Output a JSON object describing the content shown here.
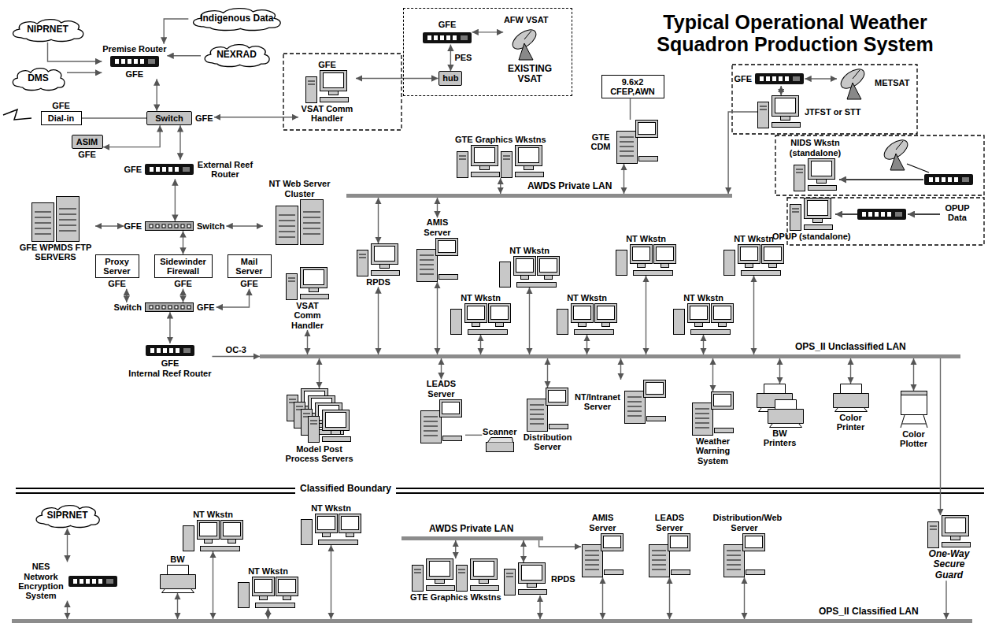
{
  "diagram": {
    "title": "Typical Operational Weather Squadron Production System",
    "nodes": [
      {
        "text": [
          "NIPRNET"
        ]
      },
      {
        "text": [
          "DMS"
        ]
      },
      {
        "text": [
          "Indigenous Data"
        ]
      },
      {
        "text": [
          "NEXRAD"
        ]
      },
      {
        "text": [
          "Premise Router",
          "GFE"
        ]
      },
      {
        "text": [
          "GFE",
          "Dial-in"
        ]
      },
      {
        "text": [
          "Switch",
          "GFE"
        ]
      },
      {
        "text": [
          "ASIM",
          "GFE"
        ]
      },
      {
        "text": [
          "GFE",
          "External Reef Router"
        ]
      },
      {
        "text": [
          "GFE WPMDS FTP SERVERS"
        ]
      },
      {
        "text": [
          "NT Web Server Cluster"
        ]
      },
      {
        "text": [
          "GFE",
          "Switch"
        ]
      },
      {
        "text": [
          "Proxy Server",
          "GFE"
        ]
      },
      {
        "text": [
          "Sidewinder Firewall",
          "GFE"
        ]
      },
      {
        "text": [
          "Mail Server",
          "GFE"
        ]
      },
      {
        "text": [
          "Switch",
          "GFE"
        ]
      },
      {
        "text": [
          "GFE",
          "Internal Reef Router"
        ]
      },
      {
        "text": [
          "GFE",
          "VSAT Comm Handler"
        ]
      },
      {
        "text": [
          "EXISTING VSAT"
        ]
      },
      {
        "text": [
          "GFE"
        ],
        "in": 18
      },
      {
        "text": [
          "AFW VSAT"
        ],
        "in": 18
      },
      {
        "text": [
          "hub"
        ],
        "in": 18
      },
      {
        "text": [
          "9.6x2 CFEP,AWN"
        ]
      },
      {
        "text": [
          "GTE CDM"
        ]
      },
      {
        "text": [
          "GTE Graphics Wkstns"
        ]
      },
      {
        "text": [
          "GFE"
        ]
      },
      {
        "text": [
          "METSAT"
        ]
      },
      {
        "text": [
          "JTFST or STT"
        ]
      },
      {
        "text": [
          "AWDS Private LAN"
        ]
      },
      {
        "text": [
          "NIDS Wkstn (standalone)"
        ]
      },
      {
        "text": [
          "OPUP (standalone)"
        ]
      },
      {
        "text": [
          "VSAT Comm Handler"
        ]
      },
      {
        "text": [
          "RPDS"
        ]
      },
      {
        "text": [
          "AMIS Server"
        ]
      },
      {
        "text": [
          "NT Wkstn"
        ]
      },
      {
        "text": [
          "NT Wkstn"
        ]
      },
      {
        "text": [
          "NT Wkstn"
        ]
      },
      {
        "text": [
          "NT Wkstn"
        ]
      },
      {
        "text": [
          "NT Wkstn"
        ]
      },
      {
        "text": [
          "NT Wkstn"
        ]
      },
      {
        "text": [
          "OPS_II Unclassified LAN"
        ]
      },
      {
        "text": [
          "Model Post Process Servers"
        ]
      },
      {
        "text": [
          "LEADS Server"
        ]
      },
      {
        "text": [
          "Scanner"
        ]
      },
      {
        "text": [
          "Distribution Server"
        ]
      },
      {
        "text": [
          "NT/Intranet Server"
        ]
      },
      {
        "text": [
          "Weather Warning System"
        ]
      },
      {
        "text": [
          "BW Printers"
        ]
      },
      {
        "text": [
          "Color Printer"
        ]
      },
      {
        "text": [
          "Color Plotter"
        ]
      },
      {
        "text": [
          "SIPRNET"
        ]
      },
      {
        "text": [
          "NES Network Encryption System"
        ]
      },
      {
        "text": [
          "BW"
        ]
      },
      {
        "text": [
          "NT Wkstn"
        ]
      },
      {
        "text": [
          "NT Wkstn"
        ]
      },
      {
        "text": [
          "NT Wkstn"
        ]
      },
      {
        "text": [
          "AWDS Private LAN"
        ]
      },
      {
        "text": [
          "GTE Graphics Wkstns"
        ]
      },
      {
        "text": [
          "RPDS"
        ]
      },
      {
        "text": [
          "AMIS Server"
        ]
      },
      {
        "text": [
          "LEADS Server"
        ]
      },
      {
        "text": [
          "Distribution/Web Server"
        ]
      },
      {
        "text": [
          "OPS_II Classified LAN"
        ]
      },
      {
        "text": [
          "One-Way Secure Guard"
        ]
      }
    ],
    "edges": [
      {
        "from": 0,
        "to": 4,
        "arrow": "to"
      },
      {
        "from": 1,
        "to": 4,
        "arrow": "to"
      },
      {
        "from": 2,
        "to": 4,
        "arrow": "to"
      },
      {
        "from": 3,
        "to": 4,
        "arrow": "to"
      },
      {
        "from": 4,
        "to": 6,
        "arrow": "both"
      },
      {
        "from": 5,
        "to": 6,
        "arrow": "none"
      },
      {
        "from": 7,
        "to": 6,
        "arrow": "both"
      },
      {
        "from": 6,
        "to": 8,
        "arrow": "both"
      },
      {
        "from": 8,
        "to": 11,
        "arrow": "both"
      },
      {
        "from": 11,
        "to": 9,
        "arrow": "both"
      },
      {
        "from": 11,
        "to": 10,
        "arrow": "both"
      },
      {
        "from": 11,
        "to": 13,
        "arrow": "both"
      },
      {
        "from": 12,
        "to": 15,
        "arrow": "both"
      },
      {
        "from": 13,
        "to": 15,
        "arrow": "both"
      },
      {
        "from": 14,
        "to": 15,
        "arrow": "both"
      },
      {
        "from": 15,
        "to": 16,
        "arrow": "both"
      },
      {
        "from": 16,
        "to": 40,
        "label": "OC-3",
        "arrow": "to"
      },
      {
        "from": 6,
        "to": 17,
        "arrow": "both"
      },
      {
        "from": 17,
        "to": 21,
        "arrow": "both"
      },
      {
        "from": 21,
        "to": 19,
        "label": "PES",
        "arrow": "both"
      },
      {
        "from": 19,
        "to": 20,
        "arrow": "both"
      },
      {
        "from": 22,
        "to": 23,
        "arrow": "none"
      },
      {
        "from": 24,
        "to": 28,
        "arrow": "both"
      },
      {
        "from": 23,
        "to": 28,
        "arrow": "both"
      },
      {
        "from": 25,
        "to": 26,
        "arrow": "both"
      },
      {
        "from": 25,
        "to": 27,
        "arrow": "both"
      },
      {
        "from": 27,
        "to": 28,
        "arrow": "to"
      },
      {
        "from": 28,
        "to": 33,
        "arrow": "both"
      },
      {
        "from": 28,
        "to": 32,
        "arrow": "both"
      },
      {
        "from": 31,
        "to": 40,
        "arrow": "both"
      },
      {
        "from": 32,
        "to": 40,
        "arrow": "both"
      },
      {
        "from": 33,
        "to": 40,
        "arrow": "both"
      },
      {
        "from": 34,
        "to": 40,
        "arrow": "both"
      },
      {
        "from": 35,
        "to": 40,
        "arrow": "both"
      },
      {
        "from": 36,
        "to": 40,
        "arrow": "both"
      },
      {
        "from": 37,
        "to": 40,
        "arrow": "both"
      },
      {
        "from": 38,
        "to": 40,
        "arrow": "both"
      },
      {
        "from": 39,
        "to": 40,
        "arrow": "both"
      },
      {
        "from": 40,
        "to": 41,
        "arrow": "both"
      },
      {
        "from": 40,
        "to": 42,
        "arrow": "both"
      },
      {
        "from": 40,
        "to": 44,
        "arrow": "both"
      },
      {
        "from": 40,
        "to": 45,
        "arrow": "both"
      },
      {
        "from": 40,
        "to": 46,
        "arrow": "both"
      },
      {
        "from": 40,
        "to": 47,
        "arrow": "both"
      },
      {
        "from": 40,
        "to": 48,
        "arrow": "both"
      },
      {
        "from": 40,
        "to": 49,
        "arrow": "both"
      },
      {
        "from": 42,
        "to": 43,
        "arrow": "none"
      },
      {
        "from": 40,
        "to": 63,
        "arrow": "to"
      },
      {
        "from": 63,
        "to": 62,
        "arrow": "to"
      },
      {
        "from": 50,
        "to": 51,
        "arrow": "both"
      },
      {
        "from": 51,
        "to": 62,
        "arrow": "both"
      },
      {
        "from": 52,
        "to": 62,
        "arrow": "both"
      },
      {
        "from": 53,
        "to": 62,
        "arrow": "both"
      },
      {
        "from": 54,
        "to": 62,
        "arrow": "both"
      },
      {
        "from": 55,
        "to": 62,
        "arrow": "both"
      },
      {
        "from": 56,
        "to": 57,
        "arrow": "both"
      },
      {
        "from": 56,
        "to": 58,
        "arrow": "both"
      },
      {
        "from": 56,
        "to": 59,
        "arrow": "to"
      },
      {
        "from": 58,
        "to": 62,
        "arrow": "both"
      },
      {
        "from": 59,
        "to": 62,
        "arrow": "both"
      },
      {
        "from": 60,
        "to": 62,
        "arrow": "both"
      },
      {
        "from": 61,
        "to": 62,
        "arrow": "both"
      }
    ],
    "labels": [
      "OPUP Data",
      "Classified Boundary"
    ]
  }
}
